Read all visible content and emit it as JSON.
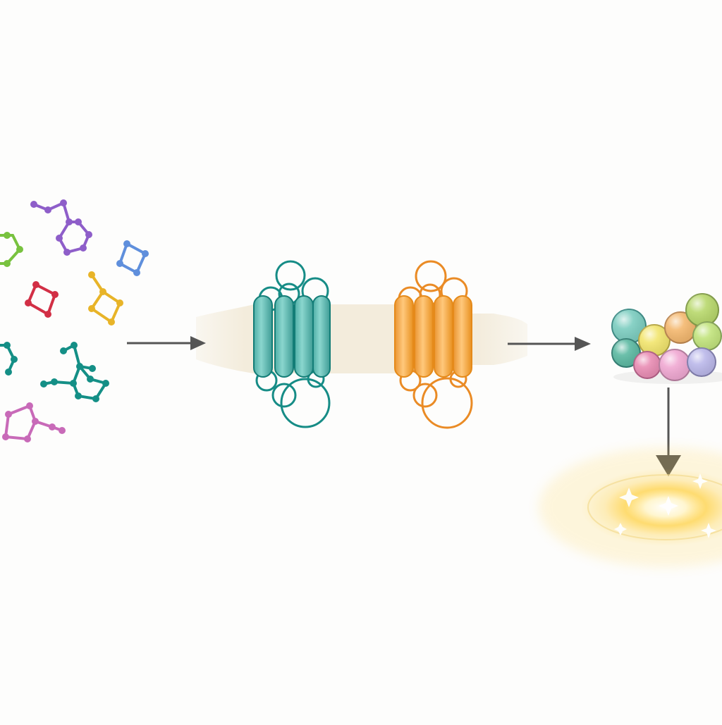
{
  "diagram": {
    "ligands": [
      {
        "name": "ligand-purple",
        "color": "#8e5ec9"
      },
      {
        "name": "ligand-green",
        "color": "#78c23f"
      },
      {
        "name": "ligand-blue",
        "color": "#5f8fdc"
      },
      {
        "name": "ligand-red",
        "color": "#d22f45"
      },
      {
        "name": "ligand-yellow",
        "color": "#e8b428"
      },
      {
        "name": "ligand-teal-left",
        "color": "#148f86"
      },
      {
        "name": "ligand-teal-right",
        "color": "#148f86"
      },
      {
        "name": "ligand-pink",
        "color": "#c86ab8"
      }
    ],
    "receptors": [
      {
        "name": "receptor-teal",
        "fill": "#6ec4bd",
        "stroke": "#137d77",
        "loop": "#168c86"
      },
      {
        "name": "receptor-orange",
        "fill": "#f6b25d",
        "stroke": "#e58a1a",
        "loop": "#ea8b25"
      }
    ],
    "channel_color": "#f2ead8",
    "arrow_color": "#555555",
    "glow_color": "#ffd34d",
    "cluster_colors": [
      "#7ccdc0",
      "#5cb9a2",
      "#f2e56e",
      "#f4b86f",
      "#b8d86c",
      "#c2e47d",
      "#e98db4",
      "#f0a8d2",
      "#bbb8ea"
    ]
  }
}
